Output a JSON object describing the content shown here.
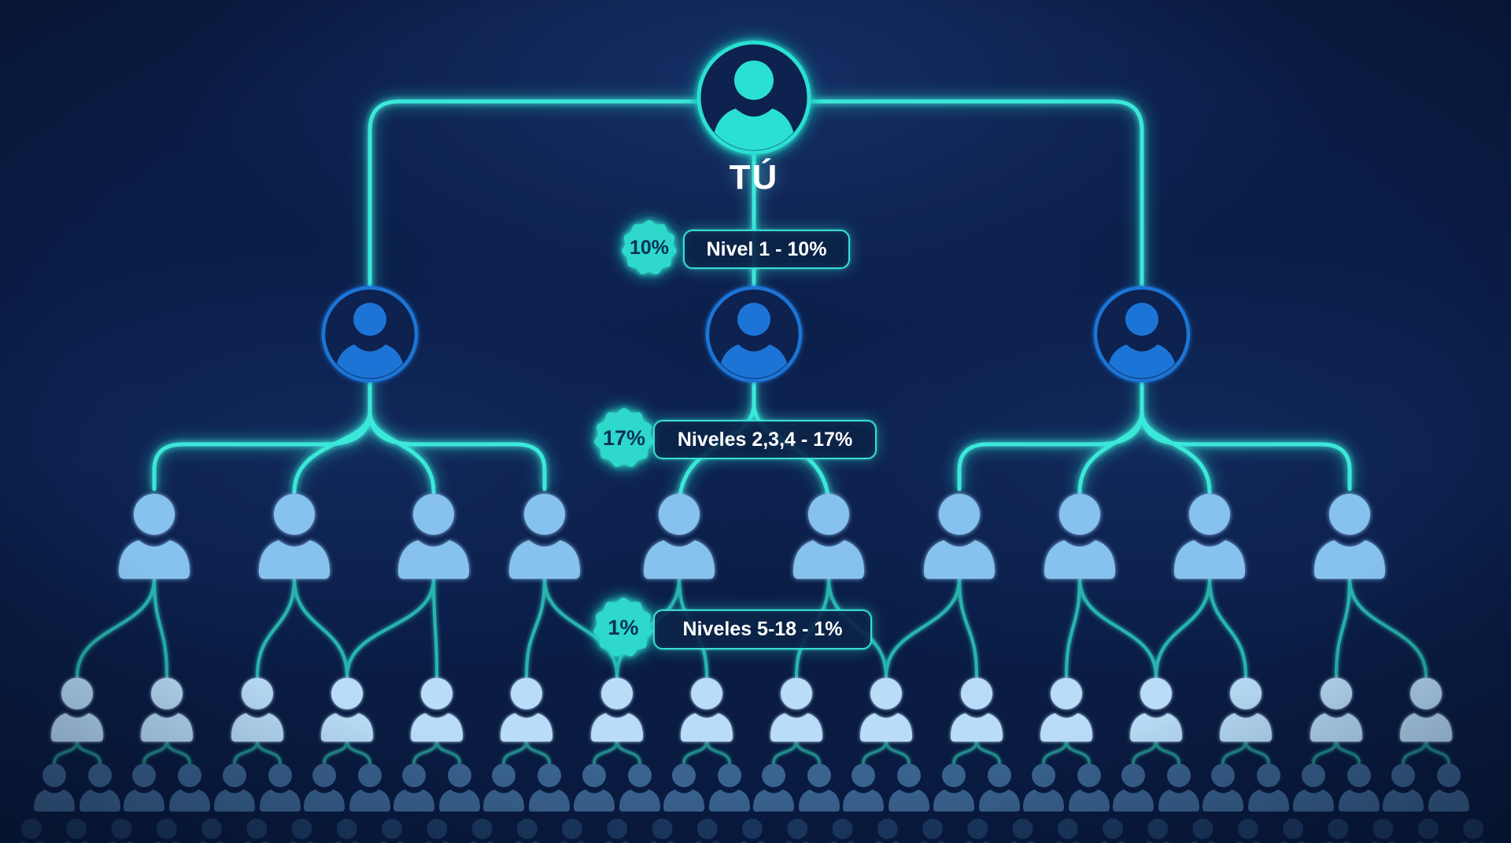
{
  "root": {
    "label": "TÚ"
  },
  "badges": [
    {
      "seal_text": "10%",
      "label": "Nivel 1 - 10%"
    },
    {
      "seal_text": "17%",
      "label": "Niveles 2,3,4 - 17%"
    },
    {
      "seal_text": "1%",
      "label": "Niveles 5-18 - 1%"
    }
  ],
  "colors": {
    "background": "#0b1d46",
    "connector_bright": "#3ae8da",
    "connector_mid": "#2bbcb4",
    "connector_dim": "#279992",
    "root_person": "#2ae0d2",
    "avatar_inner": "#0c2150",
    "level2_person": "#1c74d6",
    "level3_person": "#87c2ef",
    "level4_person": "#b9ddf8",
    "level5_person": "#3d6795",
    "level6_person": "#21416b",
    "badge_fill": "#2fd8cb",
    "badge_text": "#0c3058",
    "label_text": "#ffffff"
  },
  "structure": {
    "levels": [
      {
        "name": "root-you",
        "persons": 1
      },
      {
        "name": "nivel-1",
        "persons": 3
      },
      {
        "name": "niveles-2-4",
        "persons": 10
      },
      {
        "name": "niveles-5-18-row-1",
        "persons": 16
      },
      {
        "name": "niveles-5-18-row-2",
        "persons": 32
      },
      {
        "name": "fade-out-row",
        "persons": 33
      }
    ]
  }
}
